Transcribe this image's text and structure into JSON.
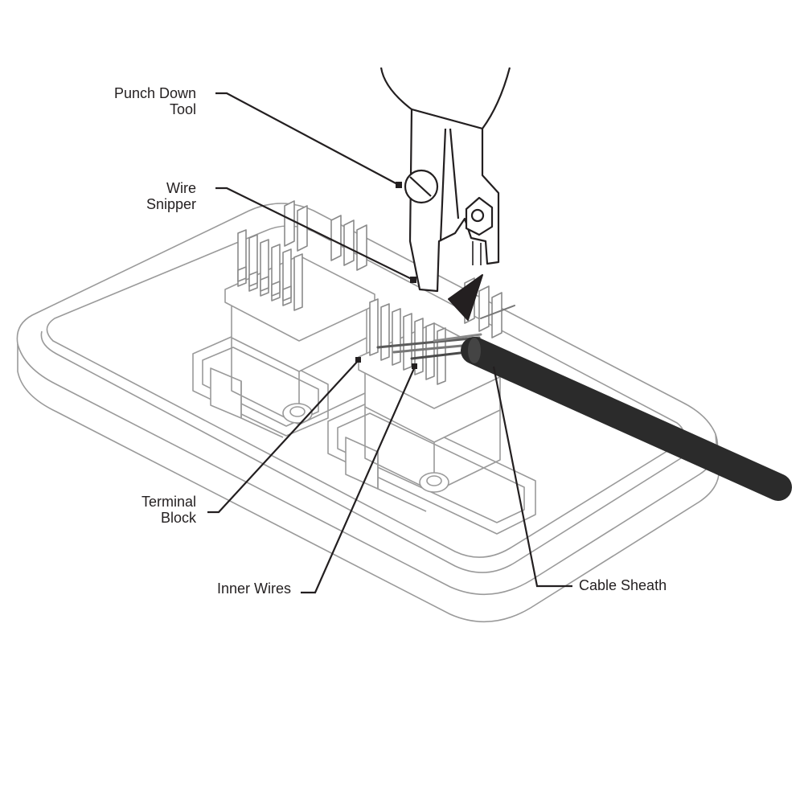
{
  "labels": {
    "punch_down_tool": [
      "Punch Down",
      "Tool"
    ],
    "wire_snipper": [
      "Wire",
      "Snipper"
    ],
    "terminal_block": [
      "Terminal",
      "Block"
    ],
    "inner_wires": "Inner Wires",
    "cable_sheath": "Cable Sheath"
  },
  "colors": {
    "outline": "#9a9a9a",
    "ink": "#231f20",
    "cable": "#2b2b2b",
    "background": "#ffffff"
  }
}
